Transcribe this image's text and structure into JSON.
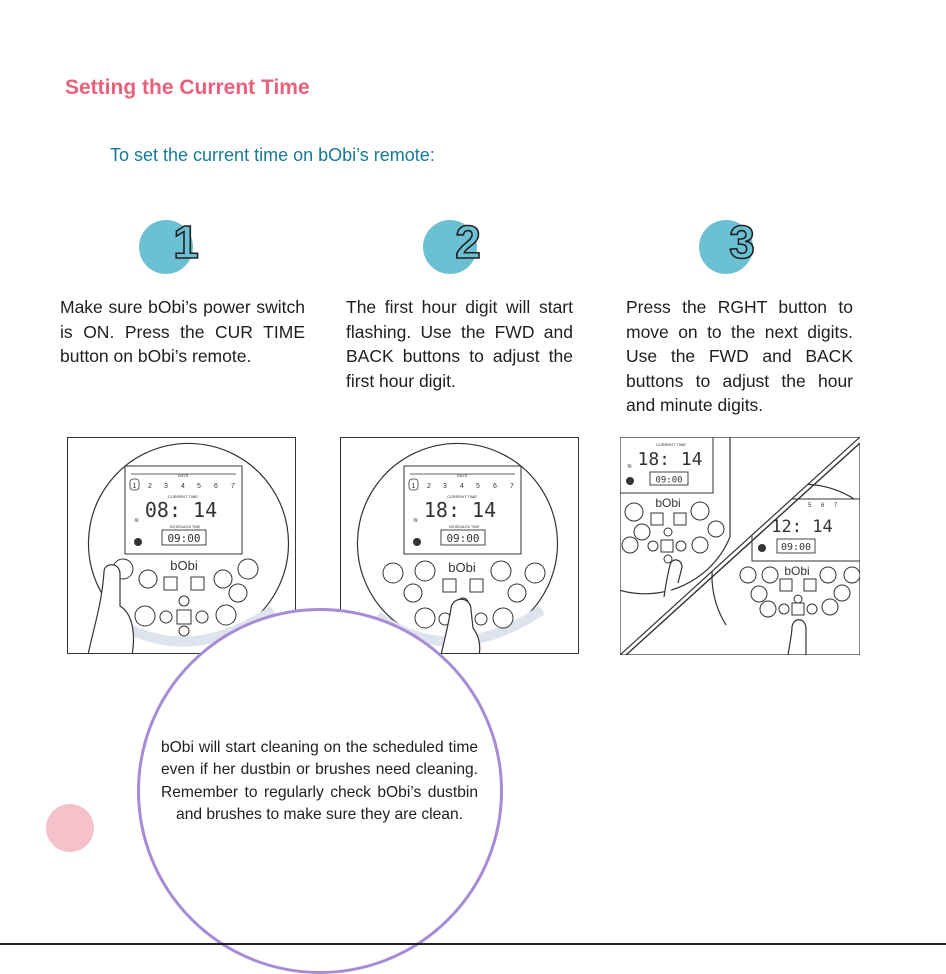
{
  "title": "Setting the Current Time",
  "subtitle": "To set the current time on bObi’s remote:",
  "steps": [
    {
      "number": "1",
      "text": "Make sure bObi’s power switch is ON. Press the CUR TIME button on bObi’s remote."
    },
    {
      "number": "2",
      "text": "The first hour digit will start flashing. Use the FWD and BACK buttons to adjust the first hour digit."
    },
    {
      "number": "3",
      "text": "Press the RGHT button to move on to the next digits. Use the FWD and BACK buttons to adjust the hour and minute digits."
    }
  ],
  "remotes": {
    "brand": "bObi",
    "day_header": "DAYS",
    "days": [
      "1",
      "2",
      "3",
      "4",
      "5",
      "6",
      "7"
    ],
    "current_time_label": "CURRENT TIME",
    "schedule_label": "SCHEDULED TIME",
    "schedule_time": "09:00",
    "panel1_time": "08: 14",
    "panel2_time": "18: 14",
    "panel3_top_time": "18: 14",
    "panel3_bottom_time": "12: 14"
  },
  "note": "bObi will start cleaning on the scheduled time even if her dustbin or brushes need cleaning. Remember to regularly check bObi’s dustbin and brushes to make sure they are clean.",
  "colors": {
    "title": "#e9607c",
    "subtitle": "#177a98",
    "badge": "#6cc0d4",
    "note_border": "#a78bd5",
    "dot": "#f5c2cb"
  }
}
